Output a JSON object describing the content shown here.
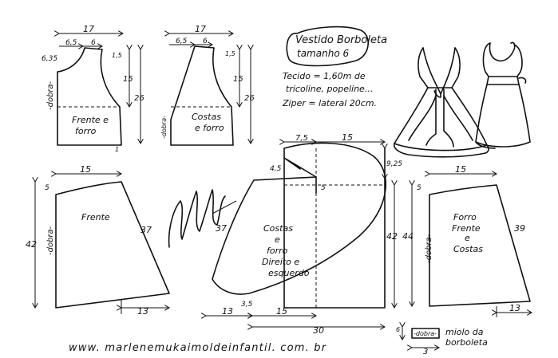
{
  "title": {
    "line1": "Vestido Borboleta",
    "line2": "tamanho 6"
  },
  "notes": {
    "fabric": "Tecido = 1,60m de",
    "fabric_types": "tricoline, popeline...",
    "zipper": "Ziper = lateral 20cm."
  },
  "labels": {
    "fold": "-dobra-"
  },
  "pieces": {
    "bodice_front": {
      "width": "17",
      "neck_width": "6,5",
      "shoulder": "6",
      "shoulder_drop": "1,5",
      "neck_depth": "6,35",
      "armhole": "15",
      "length": "26",
      "name_1": "Frente e",
      "name_2": "forro",
      "hem_extra": "1"
    },
    "bodice_back": {
      "width": "17",
      "neck_width": "6,5",
      "shoulder": "6",
      "shoulder_drop": "1,5",
      "armhole": "15",
      "length": "26",
      "name_1": "Costas",
      "name_2": "e forro"
    },
    "skirt_front": {
      "top_width": "15",
      "top_drop": "5",
      "length": "42",
      "side": "37",
      "name": "Frente",
      "hem_extra": "13"
    },
    "skirt_back": {
      "inner_width": "7,5",
      "outer_width": "15",
      "curve_drop": "9,25",
      "fold_depth": "4,5",
      "point_mark": "5",
      "side": "37",
      "length": "42",
      "name_1": "Costas",
      "name_2": "e",
      "name_3": "forro",
      "name_4": "Direito e",
      "name_5": "esquerdo",
      "hem_extra": "13",
      "hem_mark": "3,5",
      "inner_hem": "15",
      "total_width": "30"
    },
    "lining": {
      "top_width": "15",
      "top_drop": "5",
      "length": "44",
      "side": "39",
      "name_1": "Forro",
      "name_2": "Frente",
      "name_3": "e",
      "name_4": "Costas",
      "hem_extra": "13"
    },
    "butterfly_center": {
      "width": "3",
      "height": "6",
      "name_1": "miolo da",
      "name_2": "borboleta"
    }
  },
  "footer": {
    "website": "www. marlenemukaimoldeinfantil. com. br"
  }
}
